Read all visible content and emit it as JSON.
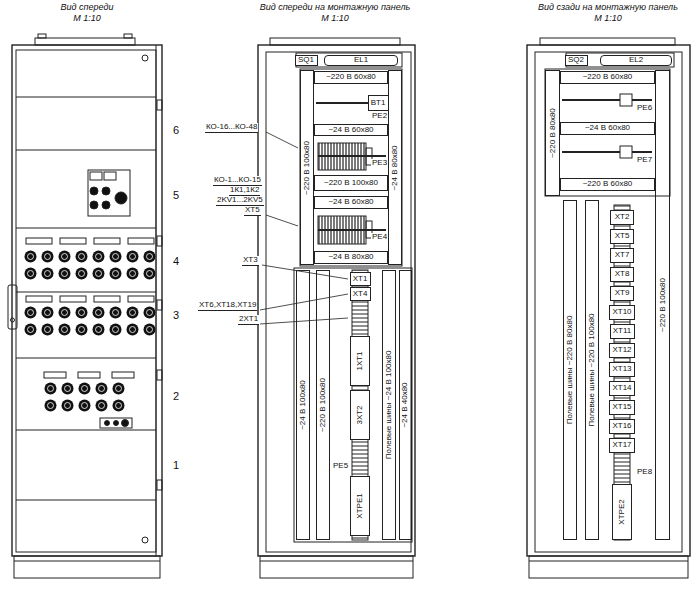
{
  "diagram": {
    "nodes": [
      {
        "text": [
          "Вид спереди",
          "М 1:10"
        ]
      },
      {
        "text": [
          "Вид спереди на монтажную панель",
          "М 1:10"
        ]
      },
      {
        "text": [
          "Вид сзади на монтажную панель",
          "М 1:10"
        ]
      },
      {
        "text": [
          "SQ1"
        ],
        "in": 1
      },
      {
        "text": [
          "EL1"
        ],
        "in": 1
      },
      {
        "text": [
          "~220 В 60х80"
        ],
        "in": 1
      },
      {
        "text": [
          "BT1"
        ],
        "in": 1
      },
      {
        "text": [
          "~24 В 60х80"
        ],
        "in": 1
      },
      {
        "text": [
          "~220 В 100х80"
        ],
        "in": 1
      },
      {
        "text": [
          "~24 В 80х80"
        ],
        "in": 1
      },
      {
        "text": [
          "~220 В 100х80"
        ],
        "in": 1
      },
      {
        "text": [
          "~24 В 60х80"
        ],
        "in": 1
      },
      {
        "text": [
          "~24 В 80х80"
        ],
        "in": 1
      },
      {
        "text": [
          "XT1"
        ],
        "in": 1
      },
      {
        "text": [
          "XT4"
        ],
        "in": 1
      },
      {
        "text": [
          "1XT1"
        ],
        "in": 1
      },
      {
        "text": [
          "3XT2"
        ],
        "in": 1
      },
      {
        "text": [
          "XTPE1"
        ],
        "in": 1
      },
      {
        "text": [
          "~24 В 100х80"
        ],
        "in": 1
      },
      {
        "text": [
          "~220 В 100х80"
        ],
        "in": 1
      },
      {
        "text": [
          "Полевые шины ~24 В 100х80"
        ],
        "in": 1
      },
      {
        "text": [
          "~24 В 40х80"
        ],
        "in": 1
      },
      {
        "text": [
          "SQ2"
        ],
        "in": 2
      },
      {
        "text": [
          "EL2"
        ],
        "in": 2
      },
      {
        "text": [
          "~220 В 60х80"
        ],
        "in": 2
      },
      {
        "text": [
          "~24 В 60х80"
        ],
        "in": 2
      },
      {
        "text": [
          "~220 В 60х80"
        ],
        "in": 2
      },
      {
        "text": [
          "~220 В 80х80"
        ],
        "in": 2
      },
      {
        "text": [
          "~220 В 100х80"
        ],
        "in": 2
      },
      {
        "text": [
          "Полевые шины ~220 В 80х80"
        ],
        "in": 2
      },
      {
        "text": [
          "Полевые шины ~220 В 100х80"
        ],
        "in": 2
      },
      {
        "text": [
          "XT2"
        ],
        "in": 2
      },
      {
        "text": [
          "XT5"
        ],
        "in": 2
      },
      {
        "text": [
          "XT7"
        ],
        "in": 2
      },
      {
        "text": [
          "XT8"
        ],
        "in": 2
      },
      {
        "text": [
          "XT9"
        ],
        "in": 2
      },
      {
        "text": [
          "XT10"
        ],
        "in": 2
      },
      {
        "text": [
          "XT11"
        ],
        "in": 2
      },
      {
        "text": [
          "XT12"
        ],
        "in": 2
      },
      {
        "text": [
          "XT13"
        ],
        "in": 2
      },
      {
        "text": [
          "XT14"
        ],
        "in": 2
      },
      {
        "text": [
          "XT15"
        ],
        "in": 2
      },
      {
        "text": [
          "XT16"
        ],
        "in": 2
      },
      {
        "text": [
          "XT17"
        ],
        "in": 2
      },
      {
        "text": [
          "XTPE2"
        ],
        "in": 2
      }
    ],
    "labels": [
      "6",
      "5",
      "4",
      "3",
      "2",
      "1",
      "КО-16...КО-48",
      "КО-1...КО-15",
      "1К1,1К2",
      "2KV1...2KV5",
      "XT5",
      "XT3",
      "XT6,XT18,XT19",
      "2XT1",
      "PE2",
      "PE3",
      "PE4",
      "PE5",
      "PE6",
      "PE7",
      "PE8"
    ]
  }
}
